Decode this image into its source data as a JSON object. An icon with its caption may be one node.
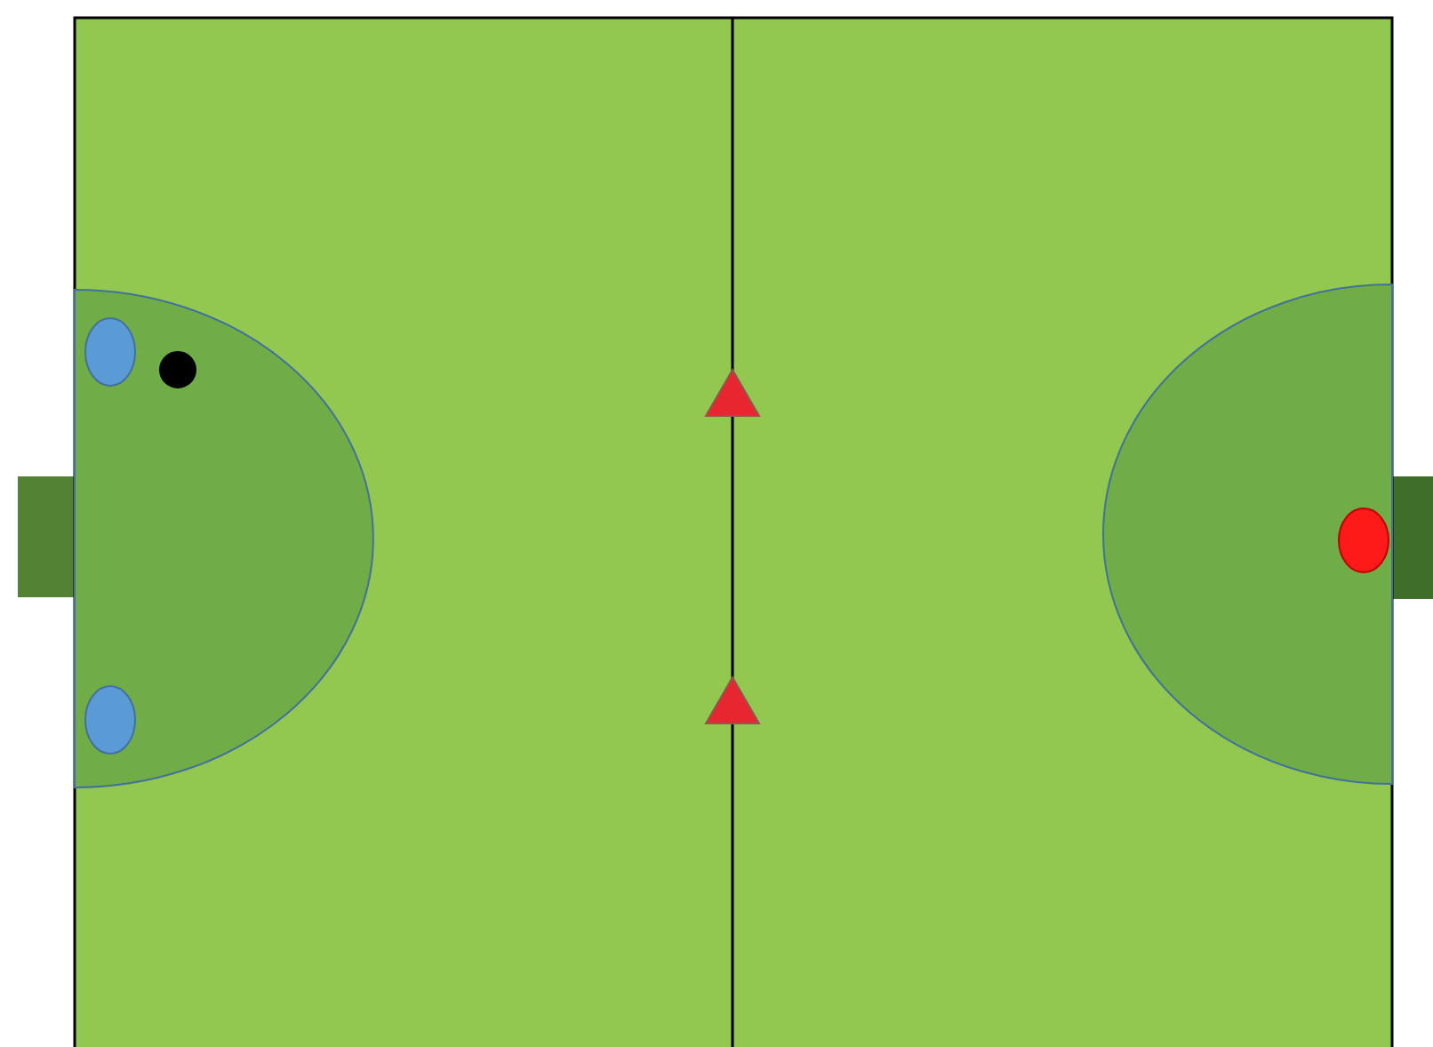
{
  "diagram": {
    "nodes": [
      {
        "text": [],
        "shape": "circle"
      },
      {
        "text": [],
        "shape": "circle"
      },
      {
        "text": [],
        "shape": "triangle"
      },
      {
        "text": [],
        "shape": "circle"
      },
      {
        "text": [],
        "shape": "triangle"
      },
      {
        "text": [],
        "shape": "circle"
      }
    ]
  }
}
